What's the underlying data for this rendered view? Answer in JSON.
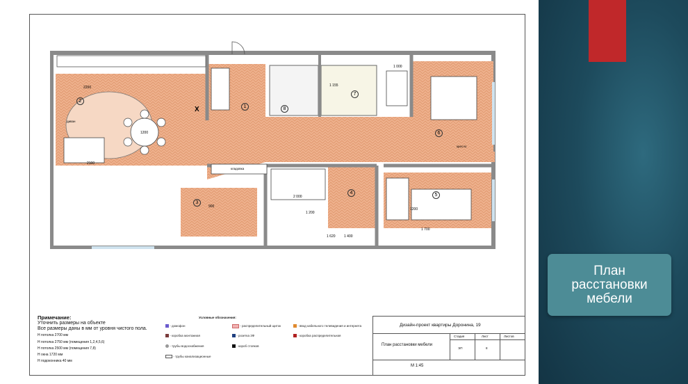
{
  "slide": {
    "title": "План\nрасстановки\nмебели"
  },
  "plan": {
    "room_numbers": [
      "1",
      "2",
      "3",
      "4",
      "5",
      "6",
      "7",
      "8"
    ],
    "labels": {
      "pantry": "кладовка",
      "table": "1200",
      "x_mark": "X",
      "bed": "2 000",
      "bed2": "1 700",
      "dim1": "2200",
      "dim2": "2 000",
      "dim3": "1 155",
      "dim4": "1 000",
      "dim5": "1 620",
      "dim6": "1 400",
      "dim7": "1 200",
      "dim8": "2100",
      "dim9": "900",
      "dim10": "1200",
      "sofa": "диван",
      "armchair": "кресло"
    }
  },
  "notes": {
    "heading": "Примечание:",
    "lines": [
      "Уточнить размеры на объекте",
      "Все размеры даны в мм от уровня чистого пола.",
      "Н потолка 2700 мм",
      "Н потолка 2750 мм (помещения 1,2,4,5,6)",
      "Н потолка 2500 мм (помещения 7,8)",
      "Н окна 1720 мм",
      "Н подоконника 40 мм"
    ]
  },
  "legend": {
    "heading": "Условные обозначения:",
    "items": [
      {
        "label": "- домофон",
        "color": "#6a5acd"
      },
      {
        "label": "- коробка монтажная",
        "color": "#7a3b3b"
      },
      {
        "label": "- трубы водоснабжения",
        "color": "#999999"
      },
      {
        "label": "- трубы канализационные",
        "color": "#ffffff"
      },
      {
        "label": "- распределительный щиток",
        "color": "#f1b3b3"
      },
      {
        "label": "- розетка 3Ф",
        "color": "#1f3f7f"
      },
      {
        "label": "- короб стояков",
        "color": "#111111"
      },
      {
        "label": "- ввод кабельного телевидения и интернета",
        "color": "#e08a2e"
      },
      {
        "label": "- коробка распределительная",
        "color": "#b02020"
      }
    ]
  },
  "stamp": {
    "project": "Дизайн-проект квартиры Доронина, 19",
    "sheet_title": "План расстановки мебели",
    "scale": "М 1:45",
    "col_stage": "Стадия",
    "col_sheet": "Лист",
    "col_sheets": "Листов",
    "stage_val": "ЭП",
    "sheet_val": "8"
  },
  "colors": {
    "accent_red": "#c0282a",
    "title_box": "#4d8c96",
    "floor": "#e9a884",
    "wall": "#8a8a8a"
  }
}
